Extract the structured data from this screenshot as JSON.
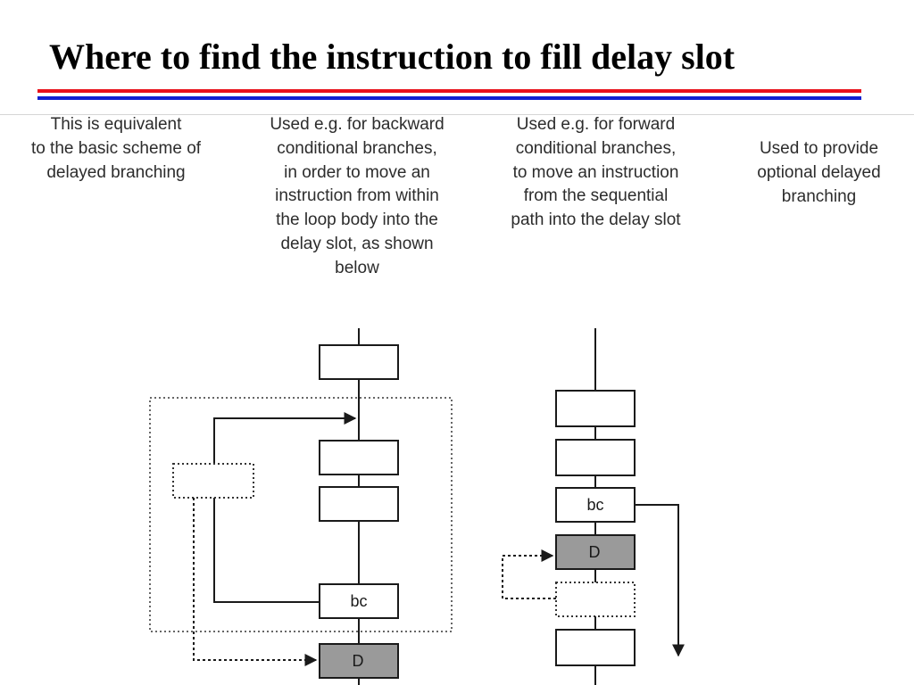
{
  "slide": {
    "title": "Where to find the instruction to fill delay slot"
  },
  "descriptions": [
    {
      "id": "equivalent-basic",
      "lines": [
        "This is equivalent",
        "to the basic scheme of",
        "delayed branching"
      ]
    },
    {
      "id": "backward-branches",
      "lines": [
        "Used e.g. for backward",
        "conditional branches,",
        "in order to move an",
        "instruction from within",
        "the loop body into the",
        "delay slot, as shown",
        "below"
      ]
    },
    {
      "id": "forward-branches",
      "lines": [
        "Used e.g. for forward",
        "conditional branches,",
        "to move an instruction",
        "from the sequential",
        "path into the delay slot"
      ]
    },
    {
      "id": "optional-delayed",
      "lines": [
        "Used to provide",
        "optional delayed",
        "branching"
      ]
    }
  ],
  "diagrams": {
    "left": {
      "branch_label": "bc",
      "delay_slot_label": "D"
    },
    "right": {
      "branch_label": "bc",
      "delay_slot_label": "D"
    }
  },
  "colors": {
    "title_rule_red": "#e8101a",
    "title_rule_blue": "#1020d0",
    "delay_slot_fill": "#9a9a9a"
  }
}
